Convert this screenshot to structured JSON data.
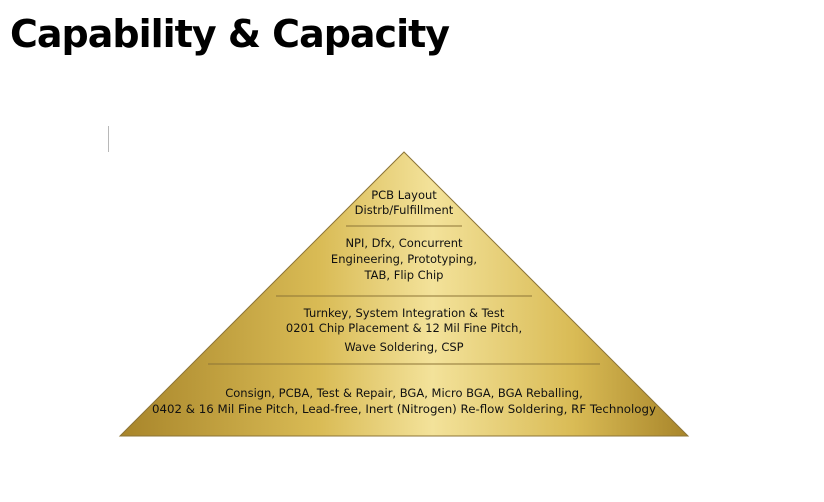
{
  "title": "Capability & Capacity",
  "colors": {
    "gold_light": "#f3e29a",
    "gold_mid": "#d9bb55",
    "gold_dark": "#a8852a",
    "outline": "#8c7436"
  },
  "pyramid": {
    "tiers": [
      {
        "lines": [
          "PCB Layout",
          "Distrb/Fulfillment"
        ]
      },
      {
        "lines": [
          "NPI, Dfx, Concurrent",
          "Engineering, Prototyping,",
          "TAB, Flip Chip"
        ]
      },
      {
        "lines": [
          "Turnkey, System Integration & Test",
          "0201 Chip Placement & 12 Mil Fine Pitch,",
          "Wave Soldering, CSP"
        ]
      },
      {
        "lines": [
          "Consign, PCBA, Test & Repair, BGA, Micro BGA, BGA Reballing,",
          "0402 & 16 Mil Fine Pitch, Lead-free, Inert (Nitrogen) Re-flow Soldering, RF Technology"
        ]
      }
    ]
  }
}
